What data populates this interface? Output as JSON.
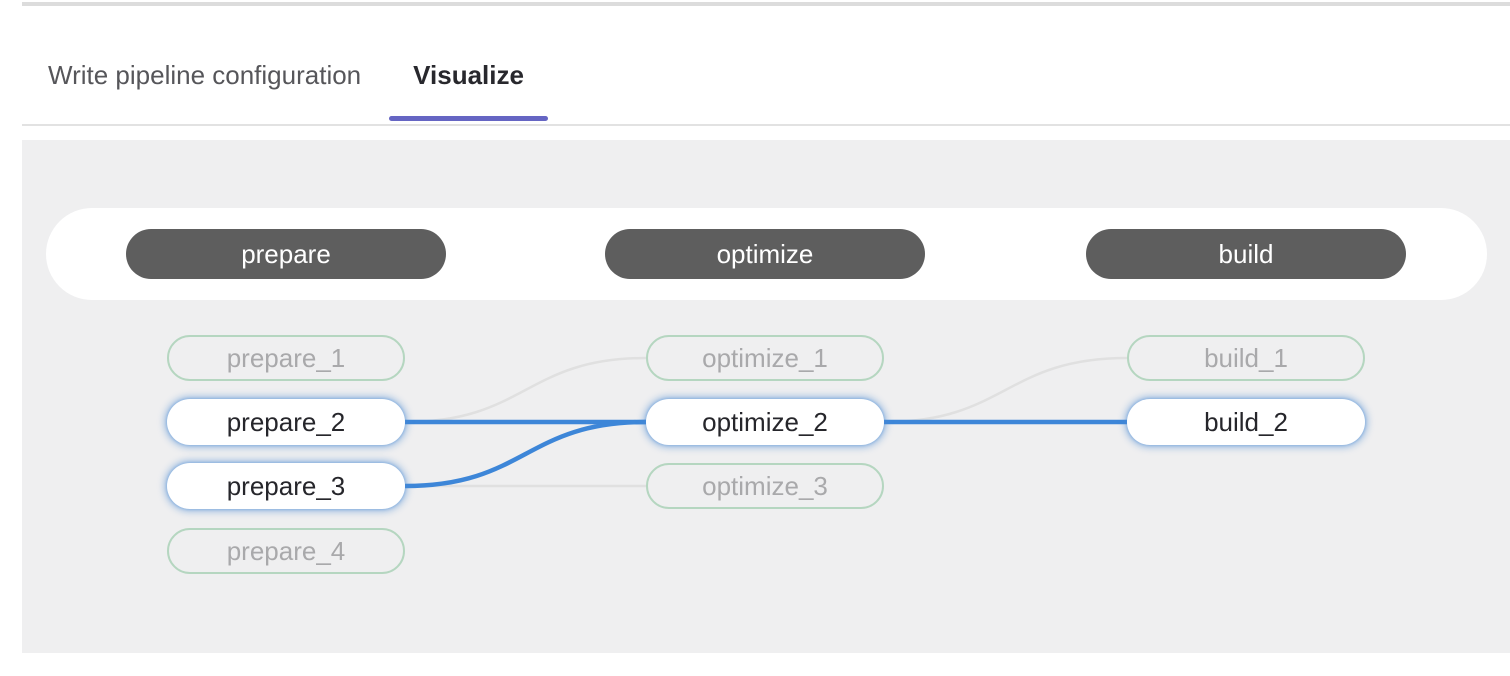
{
  "tabs": [
    {
      "label": "Write pipeline configuration",
      "active": false
    },
    {
      "label": "Visualize",
      "active": true
    }
  ],
  "colors": {
    "accent_purple": "#6565c3",
    "link_blue": "#3d86d8",
    "link_gray": "#e0e0e0",
    "node_border_green": "#b5d6c0",
    "stage_pill_gray": "#5e5e5e",
    "canvas_bg": "#efeff0",
    "dim_text": "#a9a9ab",
    "active_text": "#26262b"
  },
  "pipeline": {
    "stages": [
      {
        "name": "prepare",
        "jobs": [
          {
            "name": "prepare_1",
            "highlighted": false
          },
          {
            "name": "prepare_2",
            "highlighted": true
          },
          {
            "name": "prepare_3",
            "highlighted": true
          },
          {
            "name": "prepare_4",
            "highlighted": false
          }
        ]
      },
      {
        "name": "optimize",
        "jobs": [
          {
            "name": "optimize_1",
            "highlighted": false
          },
          {
            "name": "optimize_2",
            "highlighted": true
          },
          {
            "name": "optimize_3",
            "highlighted": false
          }
        ]
      },
      {
        "name": "build",
        "jobs": [
          {
            "name": "build_1",
            "highlighted": false
          },
          {
            "name": "build_2",
            "highlighted": true
          }
        ]
      }
    ],
    "links": [
      {
        "from": "prepare_2",
        "to": "optimize_1",
        "highlighted": false
      },
      {
        "from": "prepare_3",
        "to": "optimize_3",
        "highlighted": false
      },
      {
        "from": "optimize_2",
        "to": "build_1",
        "highlighted": false
      },
      {
        "from": "prepare_2",
        "to": "optimize_2",
        "highlighted": true
      },
      {
        "from": "prepare_3",
        "to": "optimize_2",
        "highlighted": true
      },
      {
        "from": "optimize_2",
        "to": "build_2",
        "highlighted": true
      }
    ]
  }
}
